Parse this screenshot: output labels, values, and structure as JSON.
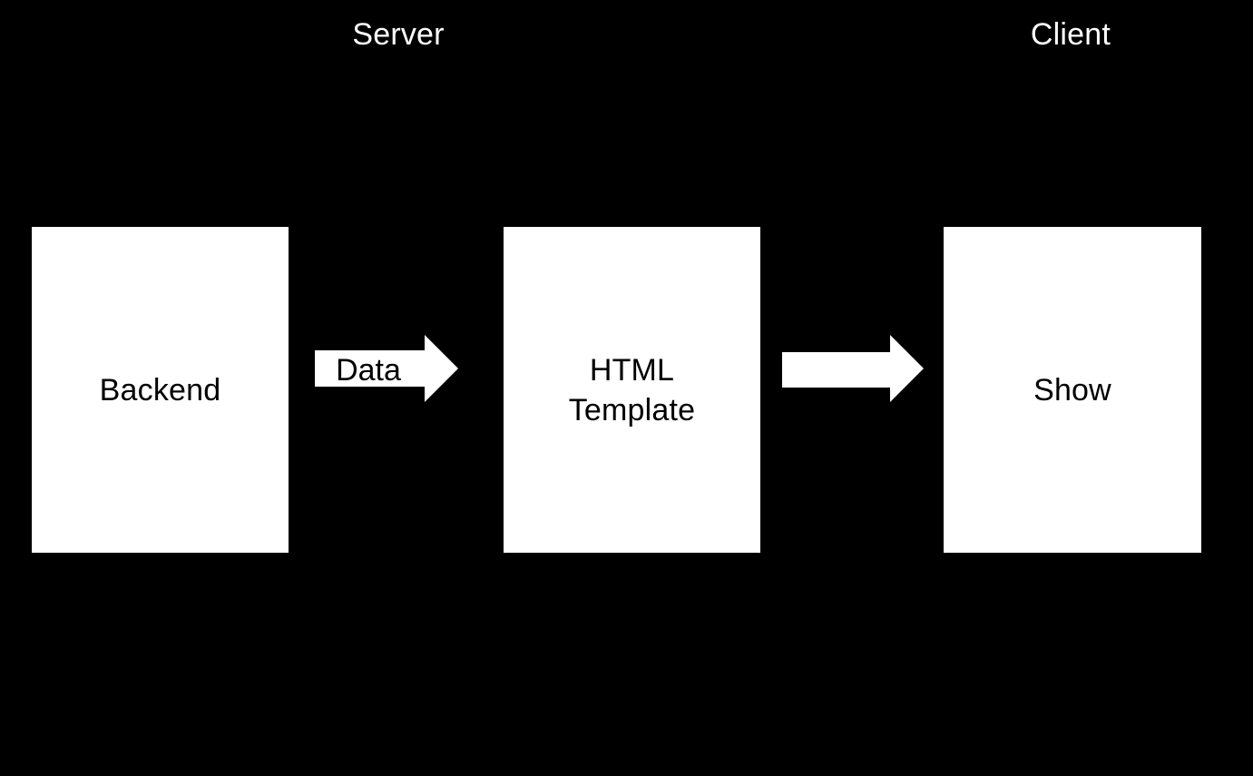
{
  "diagram": {
    "type": "flow-diagram",
    "background_color": "#000000",
    "shape_fill_color": "#ffffff",
    "shape_text_color": "#000000",
    "header_text_color": "#ffffff",
    "sections": [
      {
        "id": "server",
        "label": "Server"
      },
      {
        "id": "client",
        "label": "Client"
      }
    ],
    "nodes": [
      {
        "id": "backend",
        "label": "Backend",
        "section": "server"
      },
      {
        "id": "template",
        "label": "HTML\nTemplate",
        "section": "server"
      },
      {
        "id": "show",
        "label": "Show",
        "section": "client"
      }
    ],
    "arrows": [
      {
        "id": "data",
        "label": "Data",
        "from": "backend",
        "to": "template",
        "direction": "right"
      },
      {
        "id": "render",
        "label": "",
        "from": "template",
        "to": "show",
        "direction": "right"
      }
    ]
  }
}
